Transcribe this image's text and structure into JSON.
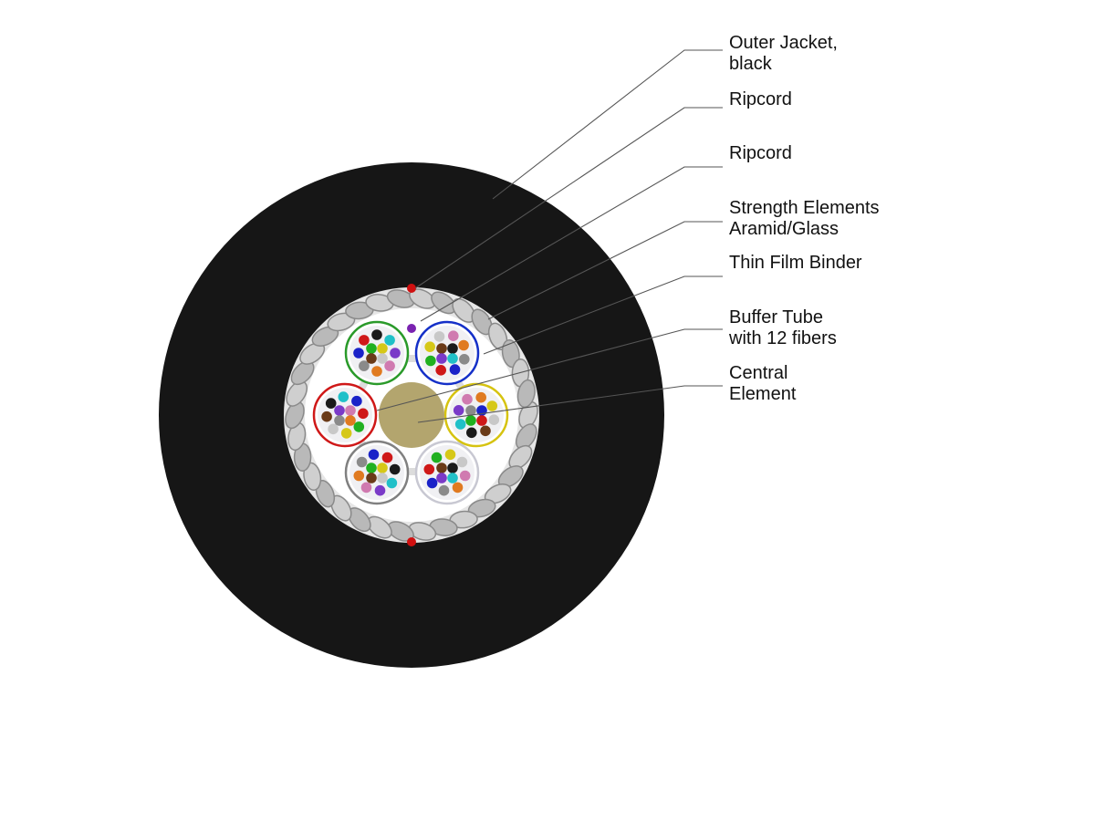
{
  "diagram": {
    "callouts": [
      {
        "id": "outer-jacket",
        "lines": [
          "Outer Jacket,",
          "black"
        ]
      },
      {
        "id": "ripcord-1",
        "lines": [
          "Ripcord"
        ]
      },
      {
        "id": "ripcord-2",
        "lines": [
          "Ripcord"
        ]
      },
      {
        "id": "strength-elements",
        "lines": [
          "Strength Elements",
          "Aramid/Glass"
        ]
      },
      {
        "id": "thin-film-binder",
        "lines": [
          "Thin Film Binder"
        ]
      },
      {
        "id": "buffer-tube",
        "lines": [
          "Buffer Tube",
          "with 12 fibers"
        ]
      },
      {
        "id": "central-element",
        "lines": [
          "Central",
          "Element"
        ]
      }
    ],
    "colors": {
      "jacket": "#161616",
      "strength_light": "#e6e6e6",
      "strength_dark": "#8a8a8a",
      "binder": "#ffffff",
      "filler": "#dcdcdc",
      "central_element": "#b3a56e",
      "ripcord_red": "#d01010",
      "ripcord_purple": "#7a22b0",
      "leader_line": "#555555"
    },
    "tube_colors": [
      "#2a9a2a",
      "#1530c8",
      "#cf1818",
      "#d6c310",
      "#808080",
      "#c8c8d2"
    ],
    "fiber_colors": [
      "#1a1a1a",
      "#20c0c8",
      "#7a3ac8",
      "#d07ab0",
      "#e07a20",
      "#8a8a8a",
      "#1a22c8",
      "#cf1818",
      "#20b020",
      "#d6c818",
      "#c8c8c8",
      "#6a3a18"
    ]
  }
}
